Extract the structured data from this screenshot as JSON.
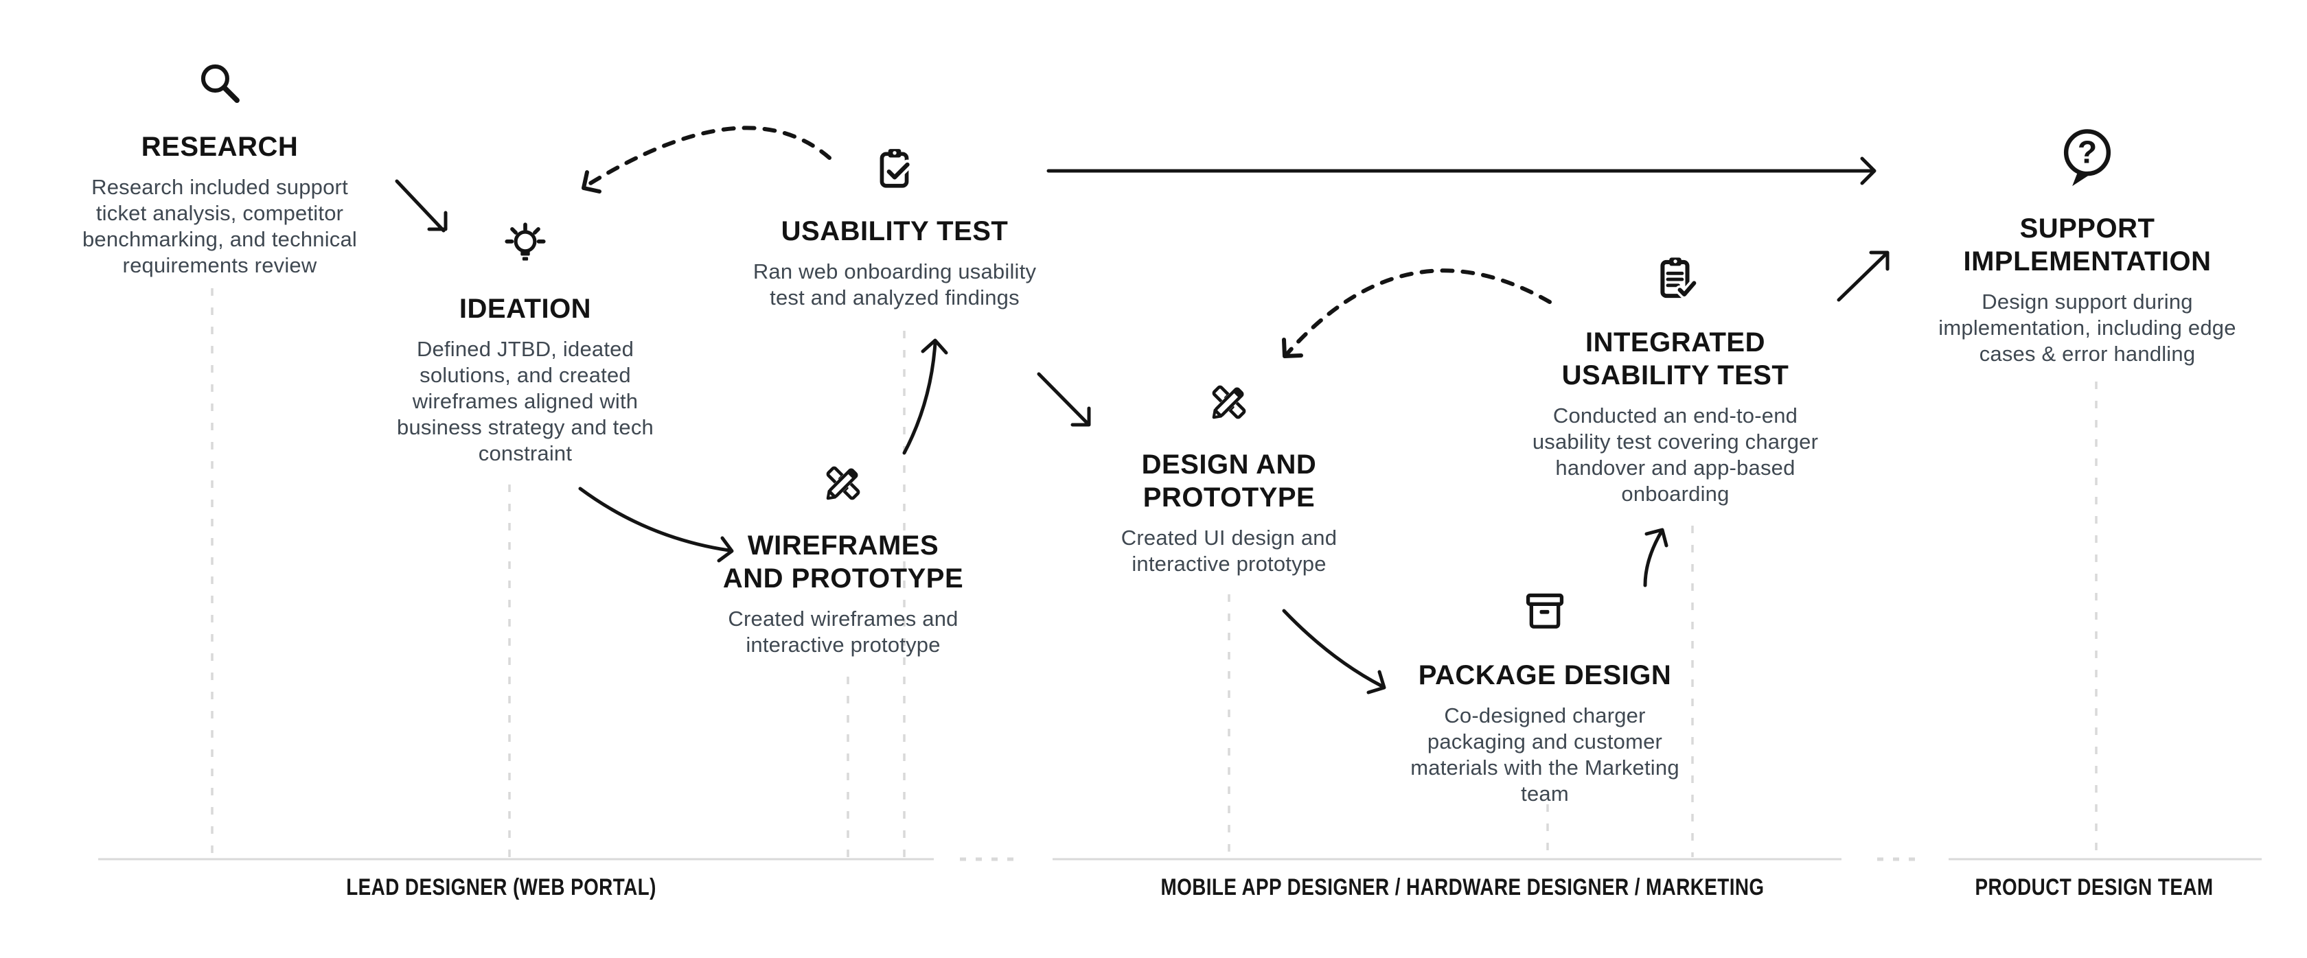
{
  "colors": {
    "ink": "#141414",
    "body_text": "#3f4851",
    "guide_gray": "#d9d9d9",
    "background": "#ffffff"
  },
  "stages": [
    {
      "name": "research",
      "icon": "search-icon",
      "title": "RESEARCH",
      "desc": "Research included support\nticket analysis, competitor\nbenchmarking, and technical\nrequirements review"
    },
    {
      "name": "ideation",
      "icon": "lightbulb-icon",
      "title": "IDEATION",
      "desc": "Defined JTBD, ideated\nsolutions, and created\nwireframes aligned with\nbusiness strategy and tech\nconstraint"
    },
    {
      "name": "usability-test",
      "icon": "clipboard-check-icon",
      "title": "USABILITY TEST",
      "desc": "Ran web onboarding usability\ntest and analyzed findings"
    },
    {
      "name": "wireframes-and-prototype",
      "icon": "pencil-ruler-icon",
      "title": "WIREFRAMES\nAND PROTOTYPE",
      "desc": "Created wireframes and\ninteractive prototype"
    },
    {
      "name": "design-and-prototype",
      "icon": "pencil-ruler-icon",
      "title": "DESIGN AND\nPROTOTYPE",
      "desc": "Created UI design and\ninteractive prototype"
    },
    {
      "name": "package-design",
      "icon": "archive-box-icon",
      "title": "PACKAGE DESIGN",
      "desc": "Co-designed charger\npackaging and customer\nmaterials with the Marketing\nteam"
    },
    {
      "name": "integrated-usability-test",
      "icon": "clipboard-list-check-icon",
      "title": "INTEGRATED\nUSABILITY TEST",
      "desc": "Conducted an end-to-end\nusability test covering charger\nhandover and app-based\nonboarding"
    },
    {
      "name": "support-implementation",
      "icon": "question-bubble-icon",
      "title": "SUPPORT\nIMPLEMENTATION",
      "desc": "Design support during\nimplementation, including edge\ncases & error handling"
    }
  ],
  "lanes": [
    {
      "label": "LEAD DESIGNER (WEB PORTAL)"
    },
    {
      "label": "MOBILE APP DESIGNER / HARDWARE DESIGNER / MARKETING"
    },
    {
      "label": "PRODUCT DESIGN TEAM"
    }
  ],
  "icons": {
    "question_glyph": "?"
  }
}
